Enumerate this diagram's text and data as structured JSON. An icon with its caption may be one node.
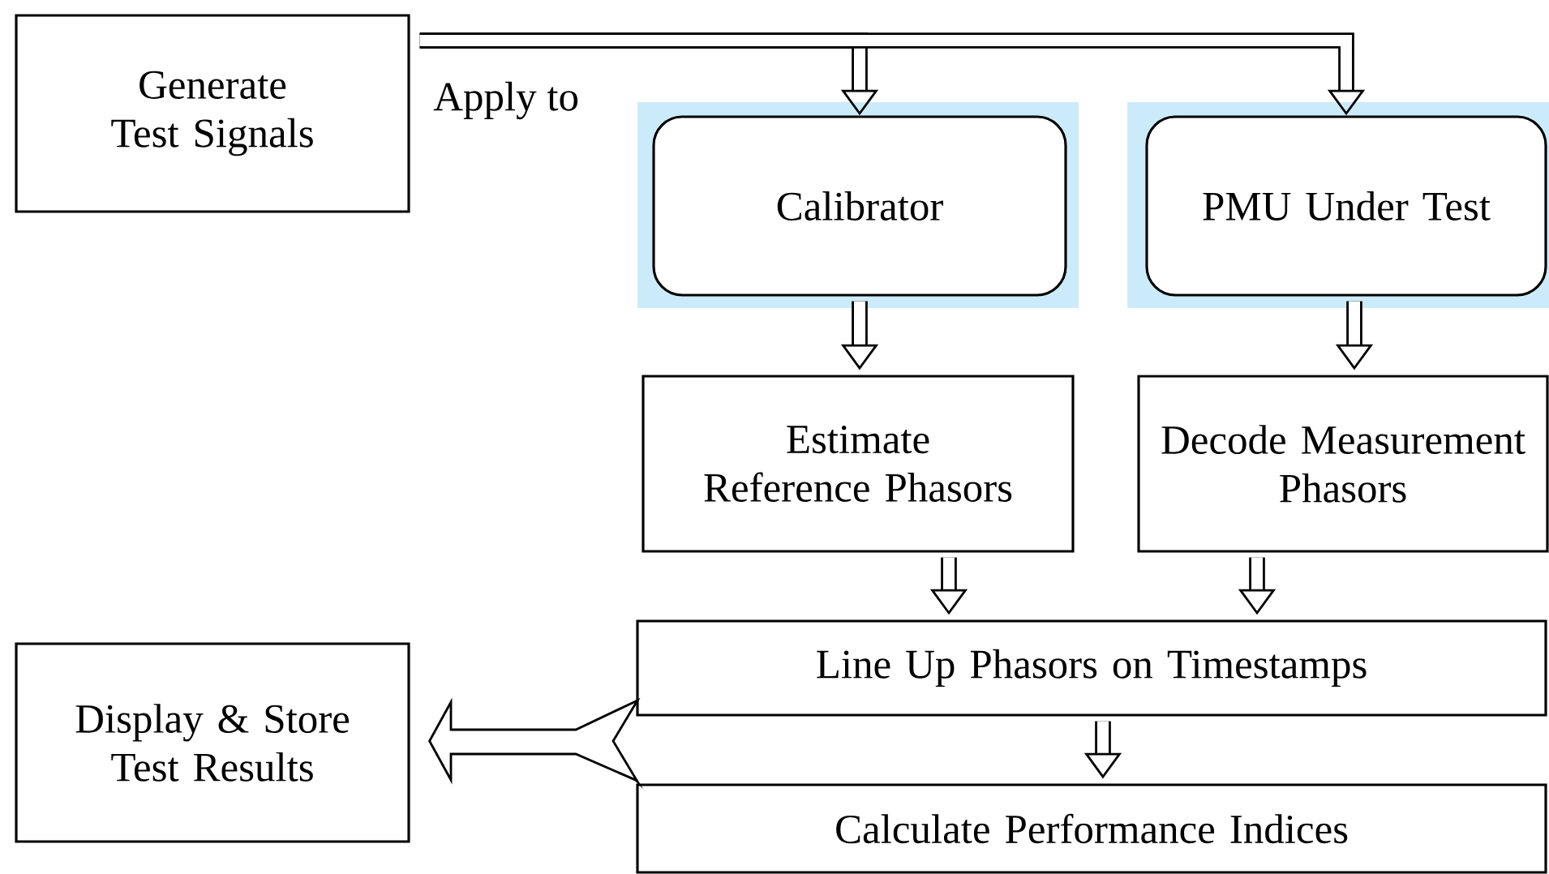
{
  "diagram": {
    "nodes": [
      {
        "text": [
          "Generate Test Signals"
        ]
      },
      {
        "text": [
          "Calibrator"
        ]
      },
      {
        "text": [
          "PMU Under Test"
        ]
      },
      {
        "text": [
          "Estimate Reference Phasors"
        ]
      },
      {
        "text": [
          "Decode Measurement Phasors"
        ]
      },
      {
        "text": [
          "Line Up Phasors on Timestamps"
        ]
      },
      {
        "text": [
          "Calculate Performance Indices"
        ]
      },
      {
        "text": [
          "Display & Store Test Results"
        ]
      }
    ],
    "edges": [
      {
        "from": 0,
        "to": 1,
        "arrow": "to",
        "label": "Apply to"
      },
      {
        "from": 0,
        "to": 2,
        "arrow": "to"
      },
      {
        "from": 1,
        "to": 3,
        "arrow": "to"
      },
      {
        "from": 2,
        "to": 4,
        "arrow": "to"
      },
      {
        "from": 3,
        "to": 5,
        "arrow": "to"
      },
      {
        "from": 4,
        "to": 5,
        "arrow": "to"
      },
      {
        "from": 5,
        "to": 6,
        "arrow": "to"
      },
      {
        "from": 6,
        "to": 7,
        "arrow": "to",
        "style": "thick"
      }
    ]
  }
}
